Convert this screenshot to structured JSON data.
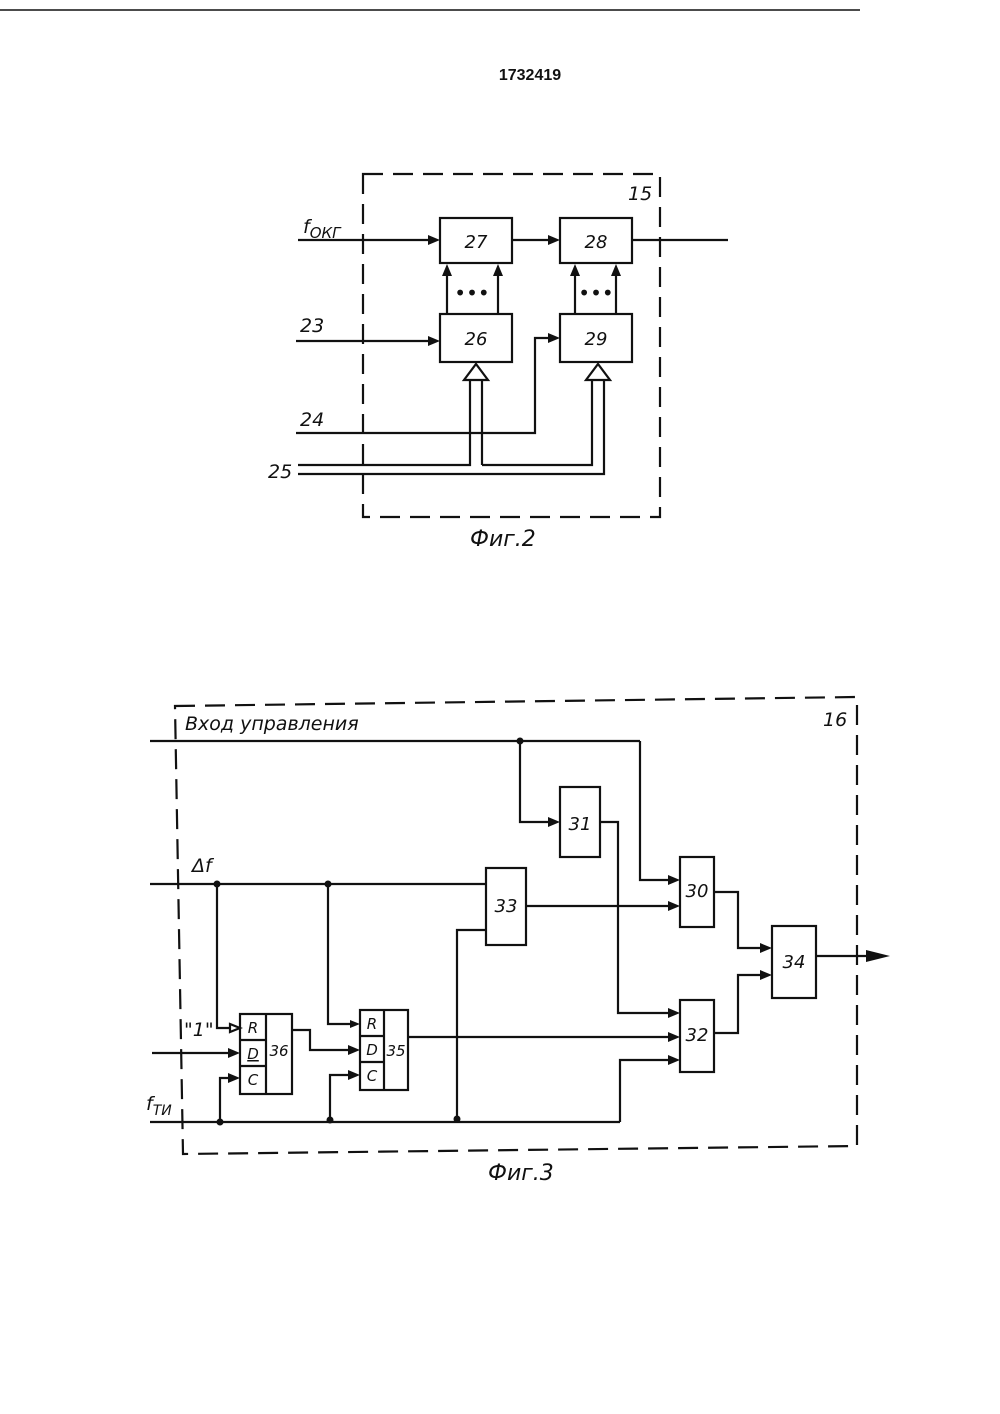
{
  "document": {
    "patent_number": "1732419"
  },
  "fig2": {
    "block_number": "15",
    "caption": "Фиг.2",
    "inputs": {
      "f_okg": {
        "base": "f",
        "sub": "ОКГ"
      },
      "in23": "23",
      "in24": "24",
      "in25": "25"
    },
    "blocks": {
      "b26": "26",
      "b27": "27",
      "b28": "28",
      "b29": "29"
    },
    "ellipsis": "•••"
  },
  "fig3": {
    "block_number": "16",
    "caption": "Фиг.3",
    "control_input_label": "Вход управления",
    "delta_f_label": "Δf",
    "one_label": "\"1\"",
    "f_ti": {
      "base": "f",
      "sub": "ТИ"
    },
    "blocks": {
      "b30": "30",
      "b31": "31",
      "b32": "32",
      "b33": "33",
      "b34": "34"
    },
    "triggers": {
      "t36": {
        "number": "36",
        "r": "R",
        "d": "D",
        "c": "C"
      },
      "t35": {
        "number": "35",
        "r": "R",
        "d": "D",
        "c": "C"
      }
    }
  }
}
